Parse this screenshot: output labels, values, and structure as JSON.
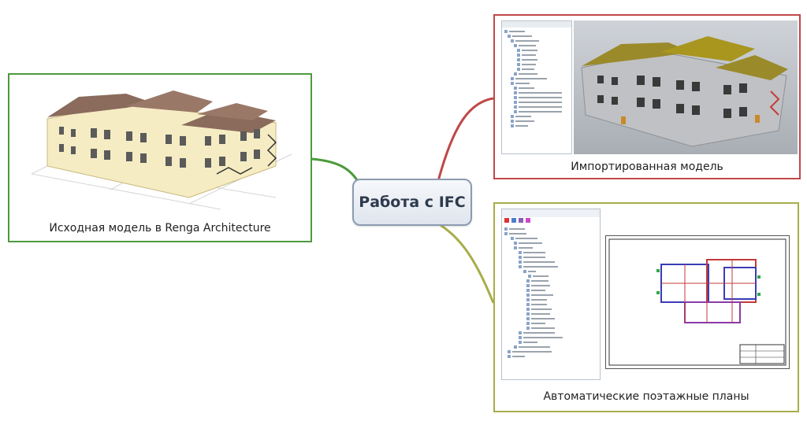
{
  "center": {
    "title": "Работа с IFC"
  },
  "cards": {
    "source": {
      "caption": "Исходная модель в Renga Architecture"
    },
    "imported": {
      "caption": "Импортированная модель"
    },
    "plans": {
      "caption": "Автоматические поэтажные планы"
    }
  },
  "colors": {
    "source_border": "#4c9a3c",
    "imported_border": "#c04848",
    "plans_border": "#a8ad4a",
    "center_border": "#8d9bb0"
  }
}
